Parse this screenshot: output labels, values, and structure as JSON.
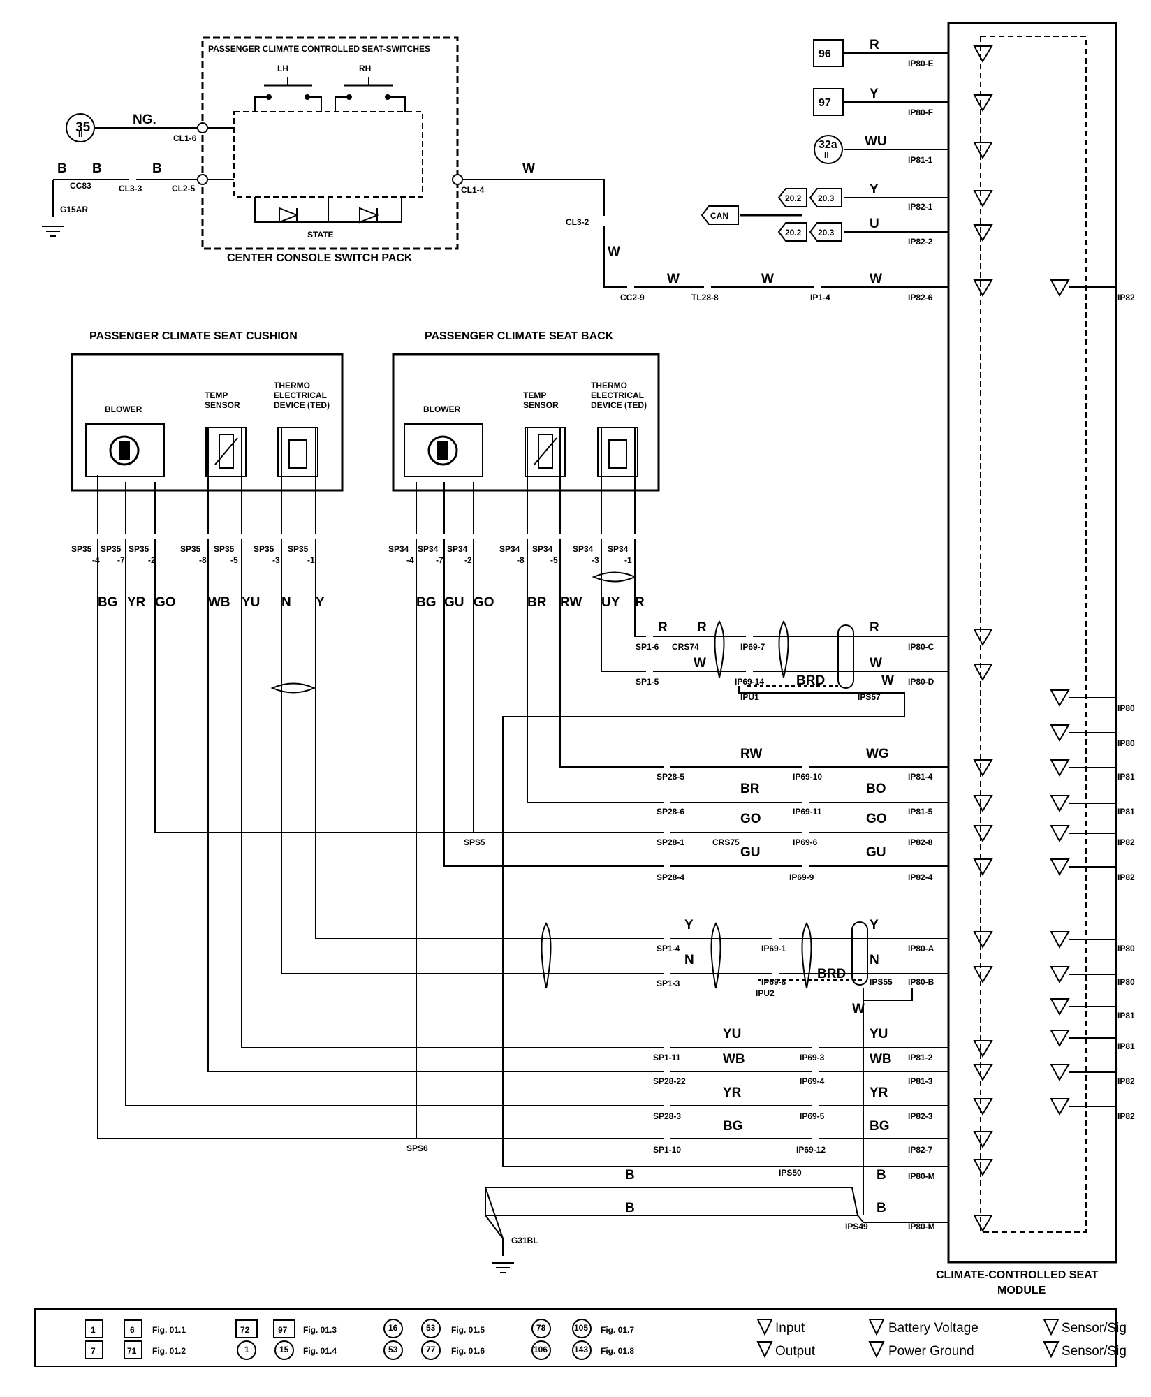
{
  "titles": {
    "switch_pack_inner": "PASSENGER CLIMATE CONTROLLED SEAT-SWITCHES",
    "switch_pack": "CENTER CONSOLE SWITCH PACK",
    "cushion": "PASSENGER CLIMATE SEAT CUSHION",
    "back": "PASSENGER CLIMATE SEAT BACK",
    "module_line1": "CLIMATE-CONTROLLED SEAT",
    "module_line2": "MODULE"
  },
  "switch": {
    "lh": "LH",
    "rh": "RH",
    "state": "STATE"
  },
  "components": {
    "blower": "BLOWER",
    "temp1": "TEMP",
    "temp2": "SENSOR",
    "thermo1": "THERMO",
    "thermo2": "ELECTRICAL",
    "thermo3": "DEVICE (TED)"
  },
  "refs": {
    "r35": "35",
    "r35s": "II",
    "r96": "96",
    "r97": "97",
    "r32a": "32a",
    "r32as": "II",
    "a202": "20.2",
    "a203": "20.3",
    "can": "CAN"
  },
  "wires": {
    "NG": "NG.",
    "B": "B",
    "W": "W",
    "R": "R",
    "Y": "Y",
    "WU": "WU",
    "U": "U",
    "BG": "BG",
    "YR": "YR",
    "GO": "GO",
    "WB": "WB",
    "YU": "YU",
    "N": "N",
    "GU": "GU",
    "BR": "BR",
    "RW": "RW",
    "UY": "UY",
    "BRD": "BRD",
    "WG": "WG",
    "BO": "BO"
  },
  "connectors": {
    "CL1_6": "CL1-6",
    "CC83": "CC83",
    "CL3_3": "CL3-3",
    "CL2_5": "CL2-5",
    "G15AR": "G15AR",
    "CL1_4": "CL1-4",
    "CL3_2": "CL3-2",
    "CC2_9": "CC2-9",
    "TL28_8": "TL28-8",
    "IP1_4": "IP1-4",
    "IP80_E": "IP80-E",
    "IP80_F": "IP80-F",
    "IP81_1": "IP81-1",
    "IP82_1": "IP82-1",
    "IP82_2": "IP82-2",
    "IP82_6": "IP82-6",
    "IP82_cut": "IP82",
    "IP80_cut": "IP80",
    "IP81_cut": "IP81",
    "SP1_6": "SP1-6",
    "CRS74": "CRS74",
    "IP69_7": "IP69-7",
    "SP1_5": "SP1-5",
    "IP69_14": "IP69-14",
    "IPU1": "IPU1",
    "IPS57": "IPS57",
    "IP80_C": "IP80-C",
    "IP80_D": "IP80-D",
    "SP28_5": "SP28-5",
    "IP69_10": "IP69-10",
    "IP81_4": "IP81-4",
    "SP28_6": "SP28-6",
    "IP69_11": "IP69-11",
    "IP81_5": "IP81-5",
    "SPS5": "SPS5",
    "SP28_1": "SP28-1",
    "CRS75": "CRS75",
    "IP69_6": "IP69-6",
    "IP82_8": "IP82-8",
    "SP28_4": "SP28-4",
    "IP69_9": "IP69-9",
    "IP82_4": "IP82-4",
    "SP1_4": "SP1-4",
    "IP69_1": "IP69-1",
    "IP80_A": "IP80-A",
    "SP1_3": "SP1-3",
    "IP69_8": "IP69-8",
    "IPU2": "IPU2",
    "IPS55": "IPS55",
    "IP80_B": "IP80-B",
    "SP1_11": "SP1-11",
    "IP69_3": "IP69-3",
    "IP81_2": "IP81-2",
    "SP28_22": "SP28-22",
    "IP69_4": "IP69-4",
    "IP81_3": "IP81-3",
    "SP28_3": "SP28-3",
    "IP69_5": "IP69-5",
    "IP82_3": "IP82-3",
    "SPS6": "SPS6",
    "SP1_10": "SP1-10",
    "IP69_12": "IP69-12",
    "IP82_7": "IP82-7",
    "IPS50": "IPS50",
    "IP80_M": "IP80-M",
    "IPS49": "IPS49",
    "G31BL": "G31BL",
    "SP35": "SP35",
    "SP34": "SP34",
    "p4": "-4",
    "p7": "-7",
    "p2": "-2",
    "p8": "-8",
    "p5": "-5",
    "p3": "-3",
    "p1": "-1"
  },
  "legend": {
    "f1a": "1",
    "f1b": "6",
    "f1c": "Fig. 01.1",
    "f2a": "7",
    "f2b": "71",
    "f2c": "Fig. 01.2",
    "f3a": "72",
    "f3b": "97",
    "f3c": "Fig. 01.3",
    "f4a": "1",
    "f4b": "15",
    "f4c": "Fig. 01.4",
    "f5a": "16",
    "f5b": "53",
    "f5c": "Fig. 01.5",
    "f6a": "53",
    "f6b": "77",
    "f6c": "Fig. 01.6",
    "f7a": "78",
    "f7b": "105",
    "f7c": "Fig. 01.7",
    "f8a": "106",
    "f8b": "143",
    "f8c": "Fig. 01.8",
    "input": "Input",
    "output": "Output",
    "battery": "Battery Voltage",
    "ground": "Power Ground",
    "sensor1": "Sensor/Sig",
    "sensor2": "Sensor/Sig"
  }
}
